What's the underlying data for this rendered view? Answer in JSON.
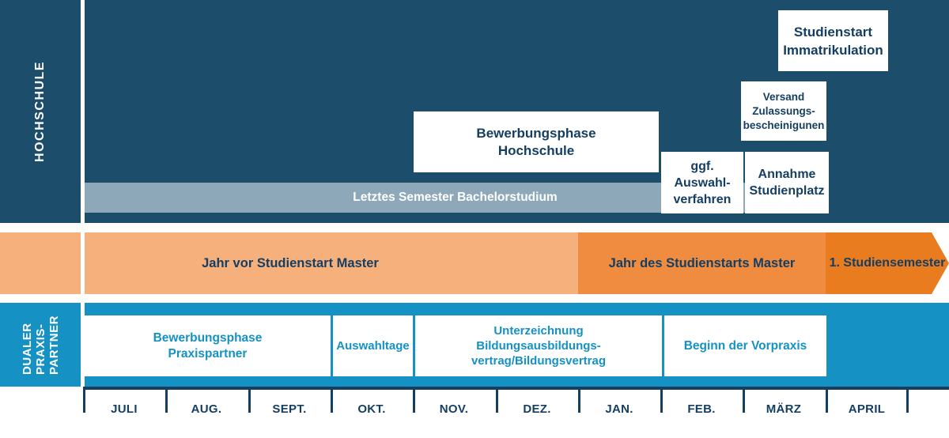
{
  "colors": {
    "navy_band": "#1C4E6B",
    "navy_text": "#153E63",
    "steel_bar": "#8DA9B9",
    "orange_light": "#F5B07C",
    "orange_mid": "#EF8C3F",
    "orange_dark": "#E97C1E",
    "teal_band": "#1591C4"
  },
  "hochschule": {
    "sidebar_label": "HOCHSCHULE",
    "bachelor_bar_label": "Letztes Semester Bachelorstudium",
    "boxes": {
      "bewerbungsphase": {
        "lines": [
          "Bewerbungsphase",
          "Hochschule"
        ]
      },
      "auswahlverfahren": {
        "lines": [
          "ggf.",
          "Auswahl-",
          "verfahren"
        ]
      },
      "annahme": {
        "lines": [
          "Annahme",
          "Studienplatz"
        ]
      },
      "versand": {
        "lines": [
          "Versand",
          "Zulassungs-",
          "bescheinigunen"
        ]
      },
      "studienstart": {
        "lines": [
          "Studienstart",
          "Immatrikulation"
        ]
      }
    }
  },
  "jahresband": {
    "vor_studienstart": "Jahr vor Studienstart Master",
    "studienstart_jahr": "Jahr des Studienstarts Master",
    "erstes_semester": "1. Studiensemester"
  },
  "praxispartner": {
    "sidebar_lines": [
      "DUALER",
      "PRAXIS-",
      "PARTNER"
    ],
    "boxes": {
      "bewerbung": {
        "lines": [
          "Bewerbungsphase",
          "Praxispartner"
        ]
      },
      "auswahltage": {
        "lines": [
          "Auswahltage"
        ]
      },
      "vertrag": {
        "lines": [
          "Unterzeichnung",
          "Bildungsausbildungs-",
          "vertrag/Bildungsvertrag"
        ]
      },
      "vorpraxis": {
        "lines": [
          "Beginn der Vorpraxis"
        ]
      }
    }
  },
  "months": [
    "JULI",
    "AUG.",
    "SEPT.",
    "OKT.",
    "NOV.",
    "DEZ.",
    "JAN.",
    "FEB.",
    "MÄRZ",
    "APRIL"
  ]
}
